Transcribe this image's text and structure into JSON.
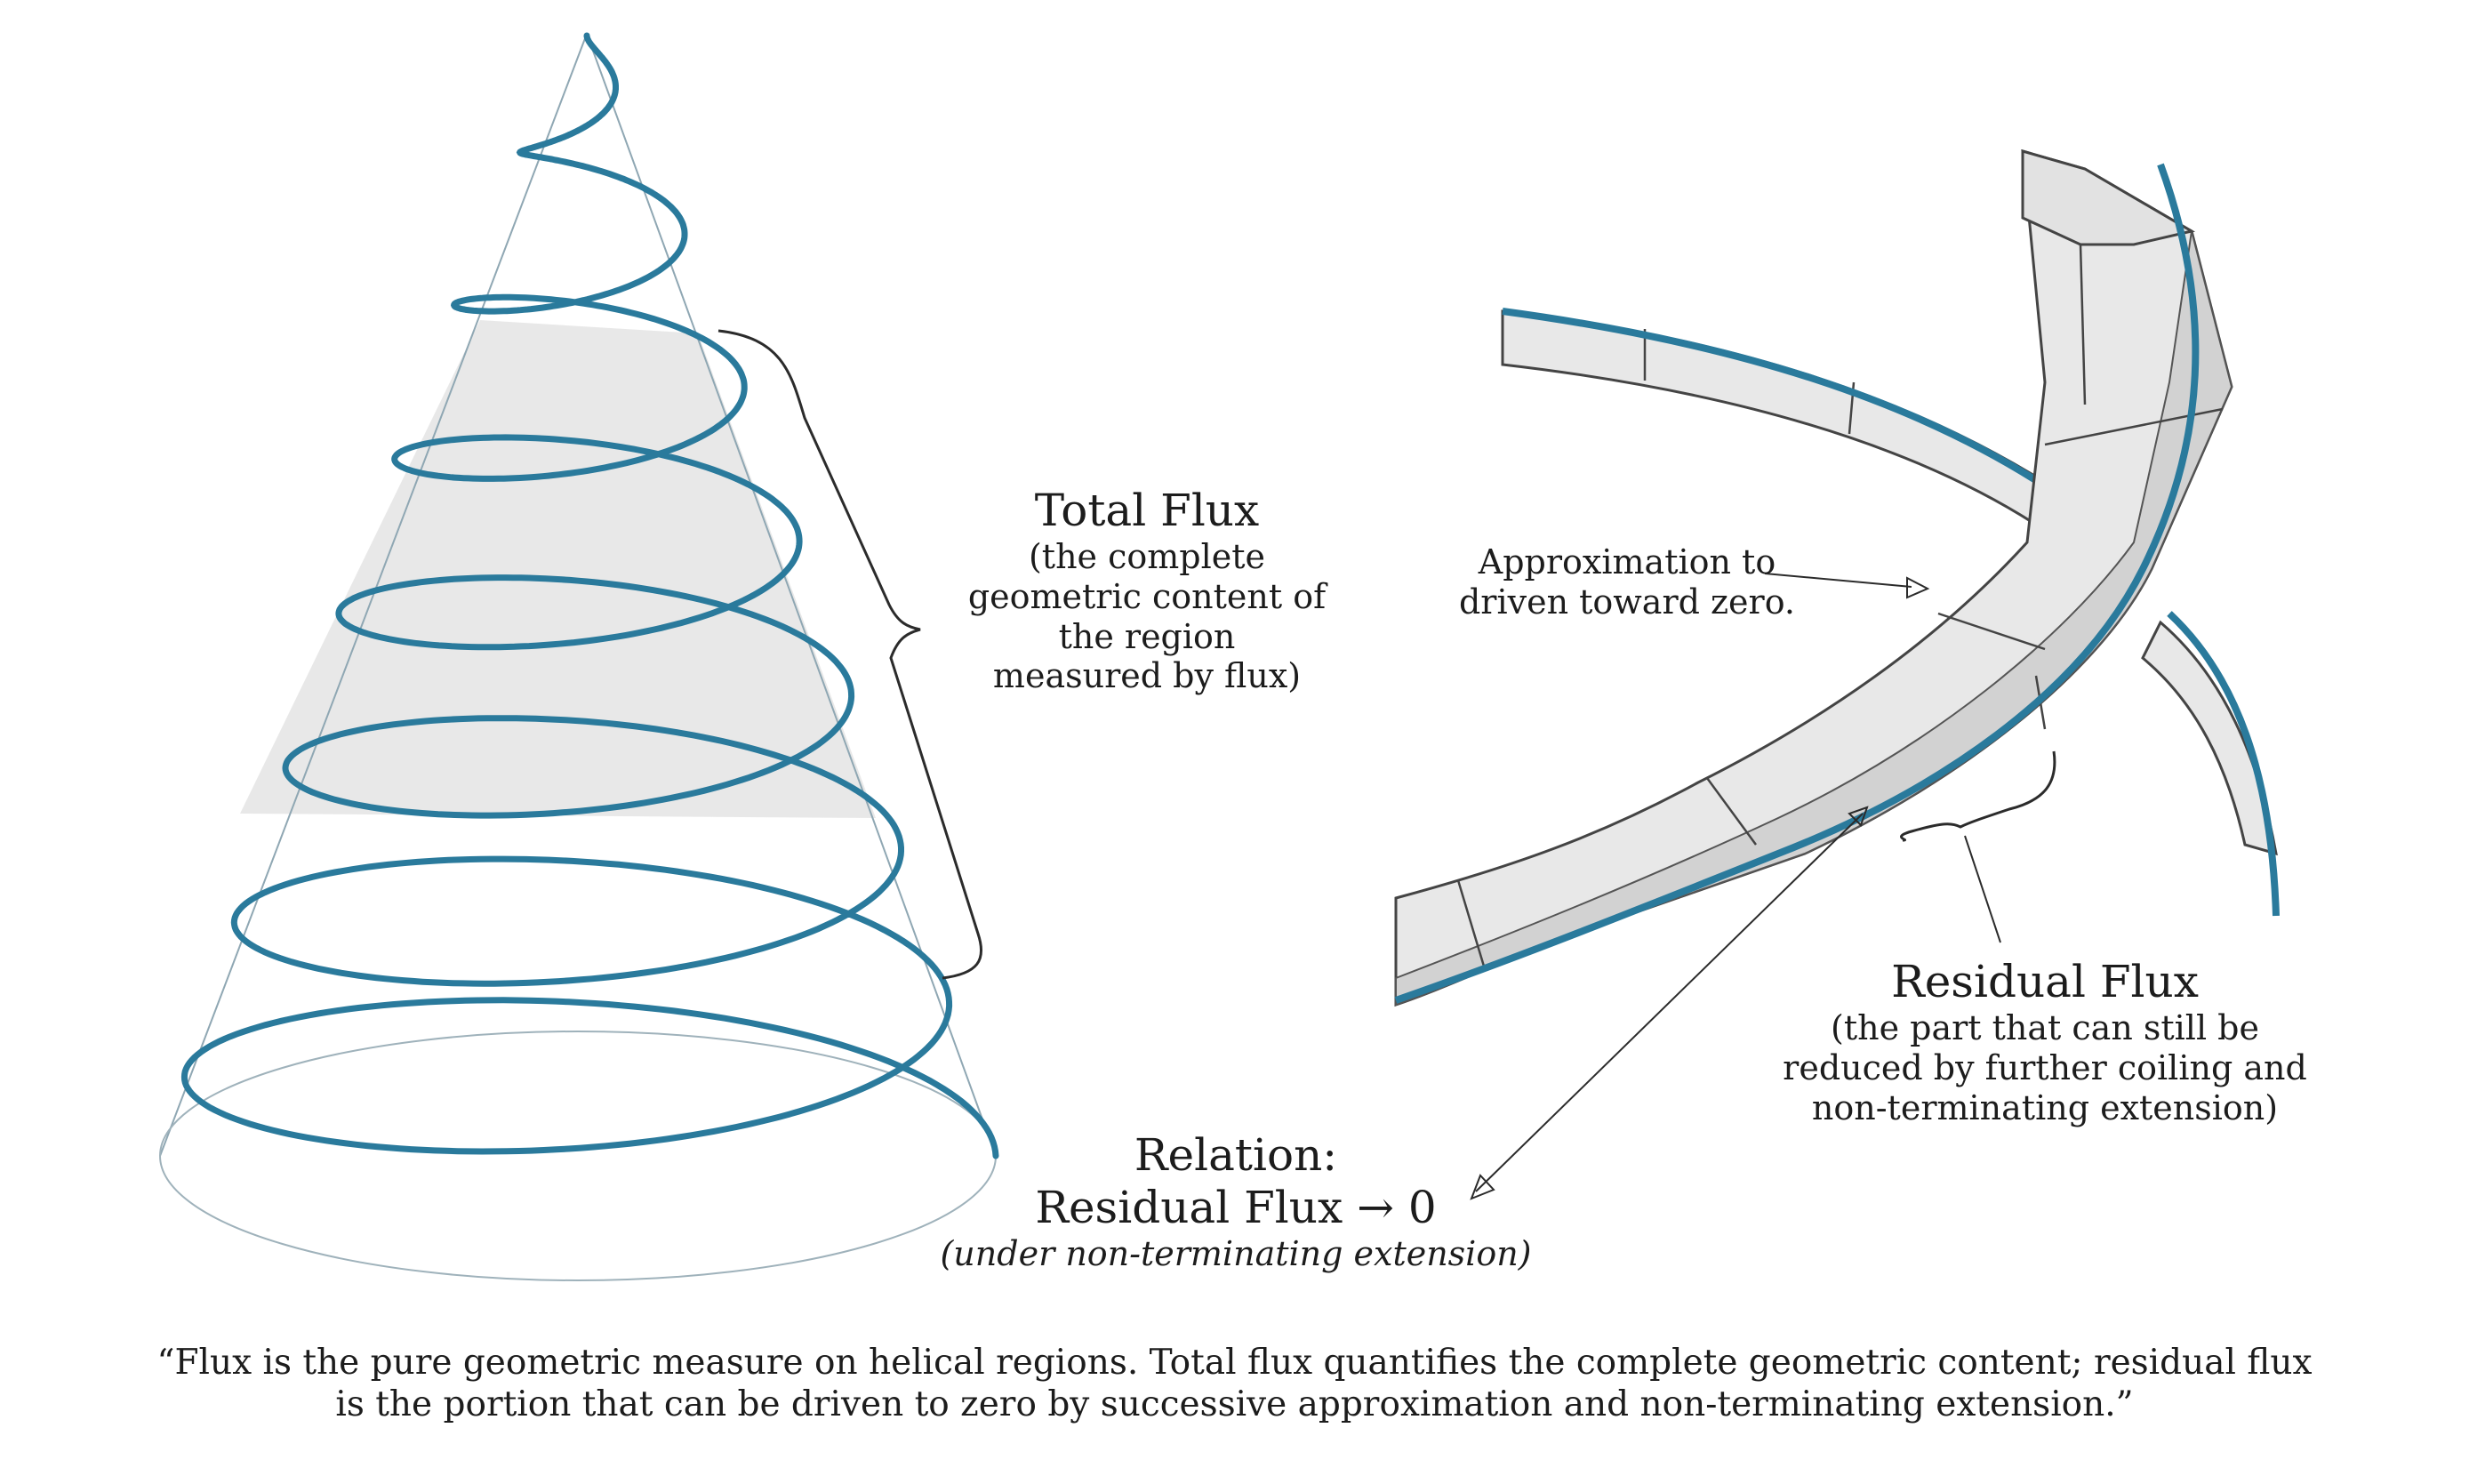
{
  "total_flux": {
    "title": "Total Flux",
    "lines": [
      "(the complete",
      "geometric content of",
      "the region",
      "measured by flux)"
    ]
  },
  "approximation": {
    "lines": [
      "Approximation to",
      "driven toward zero."
    ]
  },
  "residual_flux": {
    "title": "Residual Flux",
    "lines": [
      "(the part that can still be",
      "reduced by further coiling and",
      "non-terminating extension)"
    ]
  },
  "relation": {
    "title": "Relation:",
    "formula": "Residual Flux → 0",
    "condition": "(under non-terminating extension)"
  },
  "caption": {
    "line1": "“Flux is the pure geometric measure on helical regions. Total flux quantifies the complete geometric content; residual flux",
    "line2": "is the portion that can be driven to zero by successive approximation and non-terminating extension.”"
  },
  "colors": {
    "helix": "#2a7a9c",
    "shade": "#e4e4e4",
    "outline": "#3a3a3a",
    "text": "#1c1c1c"
  }
}
